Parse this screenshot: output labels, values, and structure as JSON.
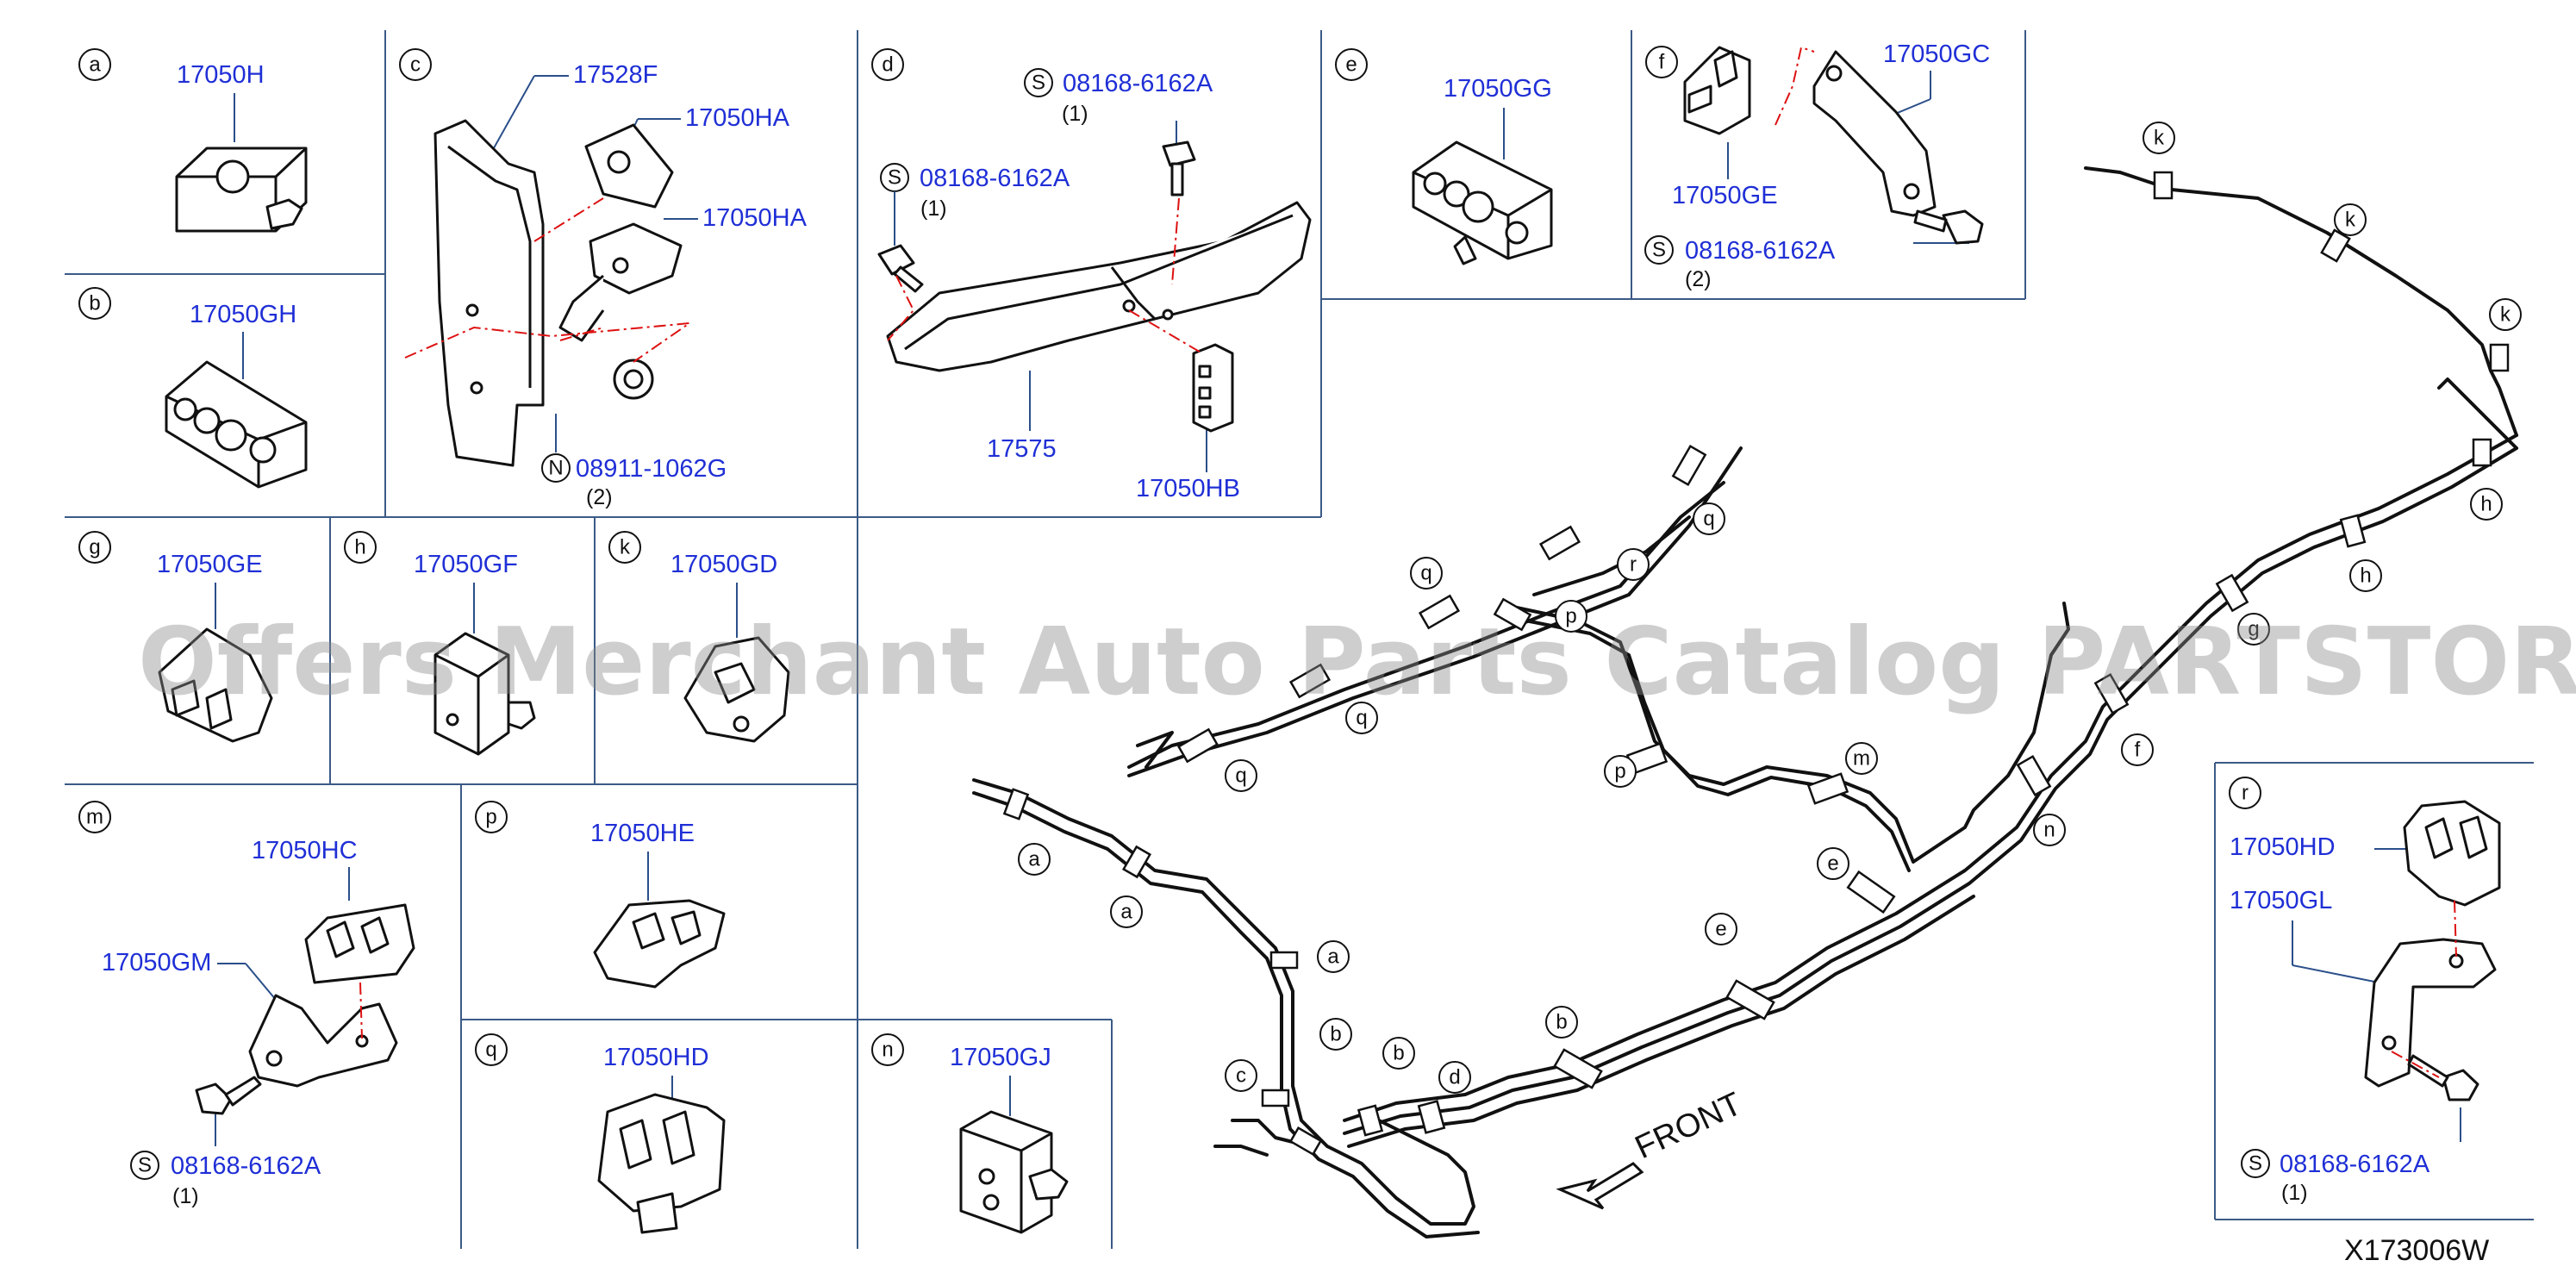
{
  "diagram_code": "X173006W",
  "watermark": "Offers Merchant Auto Parts Catalog PARTSTORE.SA",
  "front_label": "FRONT",
  "panels": [
    {
      "letter": "a",
      "parts": [
        {
          "num": "17050H"
        }
      ]
    },
    {
      "letter": "b",
      "parts": [
        {
          "num": "17050GH"
        }
      ]
    },
    {
      "letter": "c",
      "parts": [
        {
          "num": "17528F"
        },
        {
          "num": "17050HA"
        },
        {
          "num": "17050HA"
        },
        {
          "num": "08911-1062G",
          "symbol": "N",
          "qty": "(2)"
        }
      ]
    },
    {
      "letter": "d",
      "parts": [
        {
          "num": "08168-6162A",
          "symbol": "S",
          "qty": "(1)"
        },
        {
          "num": "08168-6162A",
          "symbol": "S",
          "qty": "(1)"
        },
        {
          "num": "17575"
        },
        {
          "num": "17050HB"
        }
      ]
    },
    {
      "letter": "e",
      "parts": [
        {
          "num": "17050GG"
        }
      ]
    },
    {
      "letter": "f",
      "parts": [
        {
          "num": "17050GC"
        },
        {
          "num": "17050GE"
        },
        {
          "num": "08168-6162A",
          "symbol": "S",
          "qty": "(2)"
        }
      ]
    },
    {
      "letter": "g",
      "parts": [
        {
          "num": "17050GE"
        }
      ]
    },
    {
      "letter": "h",
      "parts": [
        {
          "num": "17050GF"
        }
      ]
    },
    {
      "letter": "k",
      "parts": [
        {
          "num": "17050GD"
        }
      ]
    },
    {
      "letter": "m",
      "parts": [
        {
          "num": "17050HC"
        },
        {
          "num": "17050GM"
        },
        {
          "num": "08168-6162A",
          "symbol": "S",
          "qty": "(1)"
        }
      ]
    },
    {
      "letter": "p",
      "parts": [
        {
          "num": "17050HE"
        }
      ]
    },
    {
      "letter": "q",
      "parts": [
        {
          "num": "17050HD"
        }
      ]
    },
    {
      "letter": "n",
      "parts": [
        {
          "num": "17050GJ"
        }
      ]
    },
    {
      "letter": "r",
      "parts": [
        {
          "num": "17050HD"
        },
        {
          "num": "17050GL"
        },
        {
          "num": "08168-6162A",
          "symbol": "S",
          "qty": "(1)"
        }
      ]
    }
  ],
  "overview_callouts": [
    "k",
    "k",
    "k",
    "h",
    "h",
    "g",
    "f",
    "n",
    "e",
    "e",
    "b",
    "b",
    "b",
    "d",
    "c",
    "a",
    "a",
    "a",
    "m",
    "p",
    "p",
    "q",
    "q",
    "q",
    "q",
    "r"
  ]
}
